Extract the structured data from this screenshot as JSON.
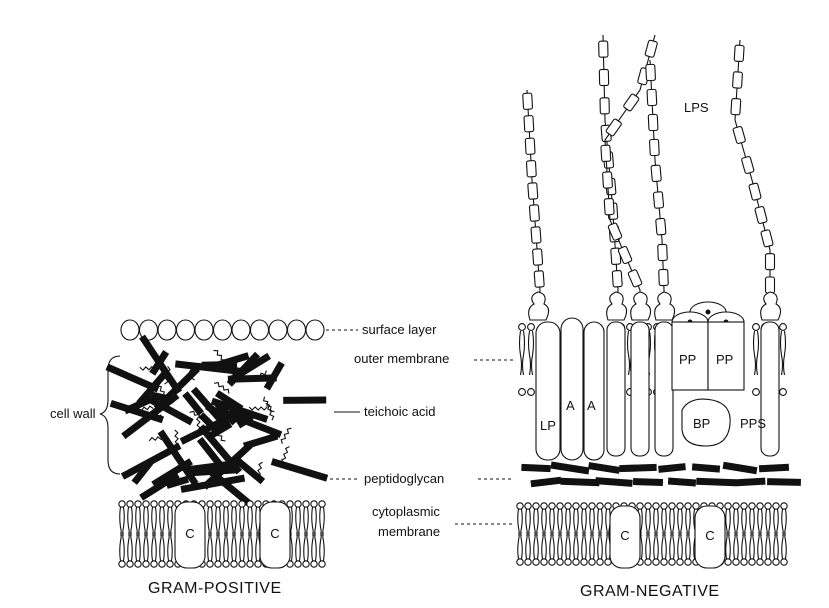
{
  "labels": {
    "lps": "LPS",
    "surface_layer": "surface layer",
    "outer_membrane": "outer membrane",
    "cell_wall": "cell wall",
    "teichoic_acid": "teichoic acid",
    "peptidoglycan": "peptidoglycan",
    "cytoplasmic_membrane_line1": "cytoplasmic",
    "cytoplasmic_membrane_line2": "membrane",
    "gram_positive": "GRAM-POSITIVE",
    "gram_negative": "GRAM-NEGATIVE"
  },
  "protein_labels": {
    "c": "C",
    "lp": "LP",
    "a": "A",
    "pp": "PP",
    "bp": "BP",
    "pps": "PPS"
  }
}
